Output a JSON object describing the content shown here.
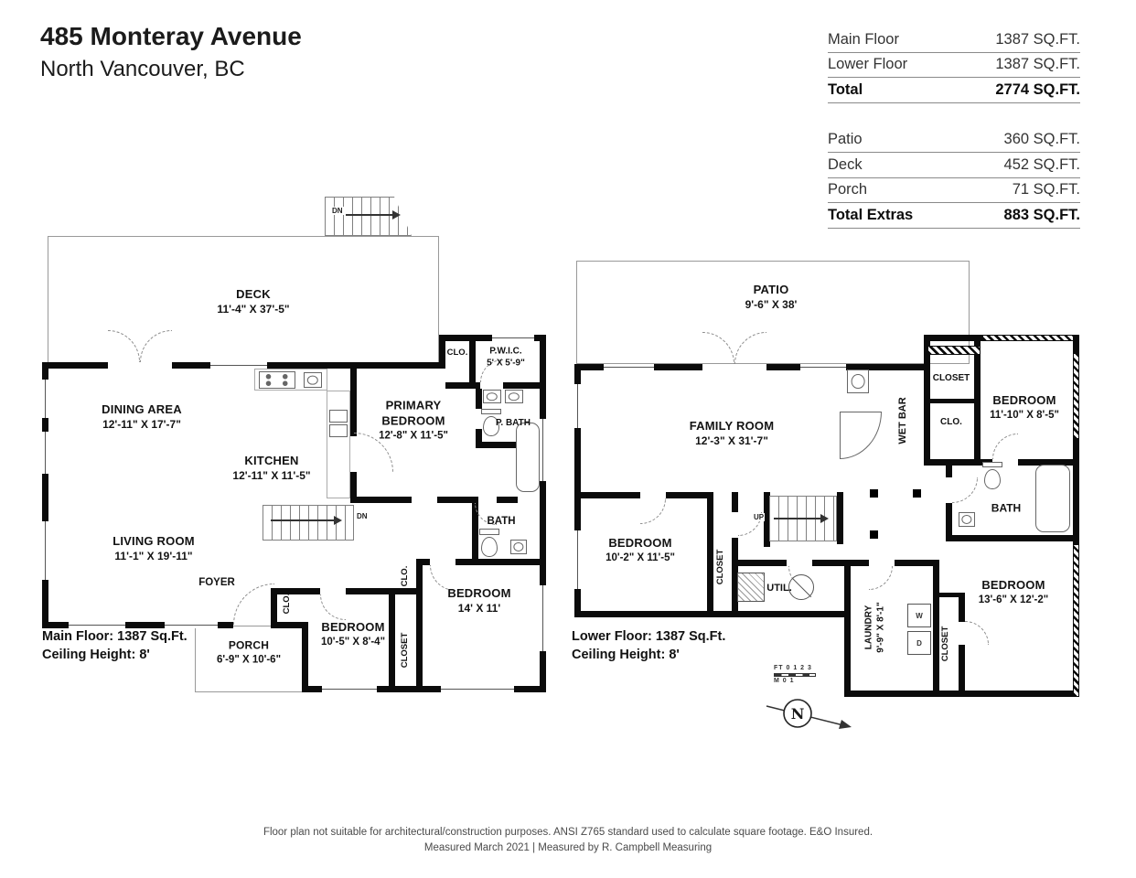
{
  "header": {
    "address": "485 Monteray Avenue",
    "city": "North Vancouver, BC"
  },
  "area_table": {
    "rows": [
      {
        "label": "Main Floor",
        "value": "1387 SQ.FT."
      },
      {
        "label": "Lower Floor",
        "value": "1387 SQ.FT."
      },
      {
        "label": "Total",
        "value": "2774 SQ.FT."
      }
    ],
    "extras": [
      {
        "label": "Patio",
        "value": "360 SQ.FT."
      },
      {
        "label": "Deck",
        "value": "452 SQ.FT."
      },
      {
        "label": "Porch",
        "value": "71 SQ.FT."
      },
      {
        "label": "Total Extras",
        "value": "883 SQ.FT."
      }
    ]
  },
  "main_floor": {
    "rooms": {
      "deck": {
        "name": "DECK",
        "dims": "11'-4\" X 37'-5\""
      },
      "dining": {
        "name": "DINING AREA",
        "dims": "12'-11\" X 17'-7\""
      },
      "kitchen": {
        "name": "KITCHEN",
        "dims": "12'-11\" X 11'-5\""
      },
      "living": {
        "name": "LIVING ROOM",
        "dims": "11'-1\" X 19'-11\""
      },
      "primary_bedroom": {
        "name": "PRIMARY BEDROOM",
        "dims": "12'-8\" X 11'-5\""
      },
      "pwic": {
        "name": "P.W.I.C.",
        "dims": "5' X 5'-9\""
      },
      "clo_top": {
        "name": "CLO."
      },
      "p_bath": {
        "name": "P. BATH"
      },
      "bath": {
        "name": "BATH"
      },
      "foyer": {
        "name": "FOYER"
      },
      "clo_foyer": {
        "name": "CLO."
      },
      "clo_hall": {
        "name": "CLO."
      },
      "closet": {
        "name": "CLOSET"
      },
      "bedroom_small": {
        "name": "BEDROOM",
        "dims": "10'-5\" X 8'-4\""
      },
      "bedroom_large": {
        "name": "BEDROOM",
        "dims": "14' X 11'"
      },
      "porch": {
        "name": "PORCH",
        "dims": "6'-9\" X 10'-6\""
      },
      "stairs_deck_dn": "DN",
      "stairs_dn": "DN"
    },
    "footer": {
      "line1": "Main Floor: 1387 Sq.Ft.",
      "line2": "Ceiling Height: 8'"
    }
  },
  "lower_floor": {
    "rooms": {
      "patio": {
        "name": "PATIO",
        "dims": "9'-6\" X 38'"
      },
      "family_room": {
        "name": "FAMILY ROOM",
        "dims": "12'-3\" X 31'-7\""
      },
      "wet_bar": {
        "name": "WET BAR"
      },
      "closet_top": {
        "name": "CLOSET"
      },
      "clo": {
        "name": "CLO."
      },
      "bedroom_top": {
        "name": "BEDROOM",
        "dims": "11'-10\" X 8'-5\""
      },
      "bath": {
        "name": "BATH"
      },
      "bedroom_left": {
        "name": "BEDROOM",
        "dims": "10'-2\" X 11'-5\""
      },
      "closet_left": {
        "name": "CLOSET"
      },
      "util": {
        "name": "UTIL."
      },
      "laundry": {
        "name": "LAUNDRY",
        "dims": "9'-9\" X 8'-1\""
      },
      "washer": "W",
      "dryer": "D",
      "closet_bottom": {
        "name": "CLOSET"
      },
      "bedroom_bottom": {
        "name": "BEDROOM",
        "dims": "13'-6\" X 12'-2\""
      },
      "stairs_up": "UP"
    },
    "footer": {
      "line1": "Lower Floor: 1387 Sq.Ft.",
      "line2": "Ceiling Height: 8'"
    }
  },
  "scale": {
    "ft": "FT 0 1 2 3",
    "m": "M 0 1",
    "north": "N"
  },
  "footer": {
    "line1": "Floor plan not suitable for architectural/construction purposes. ANSI Z765 standard used to calculate square footage. E&O Insured.",
    "line2": "Measured March 2021 | Measured by R. Campbell Measuring"
  },
  "colors": {
    "walls": "#0b0b0b",
    "text": "#1b1b1b",
    "thin_outline": "#999999"
  }
}
